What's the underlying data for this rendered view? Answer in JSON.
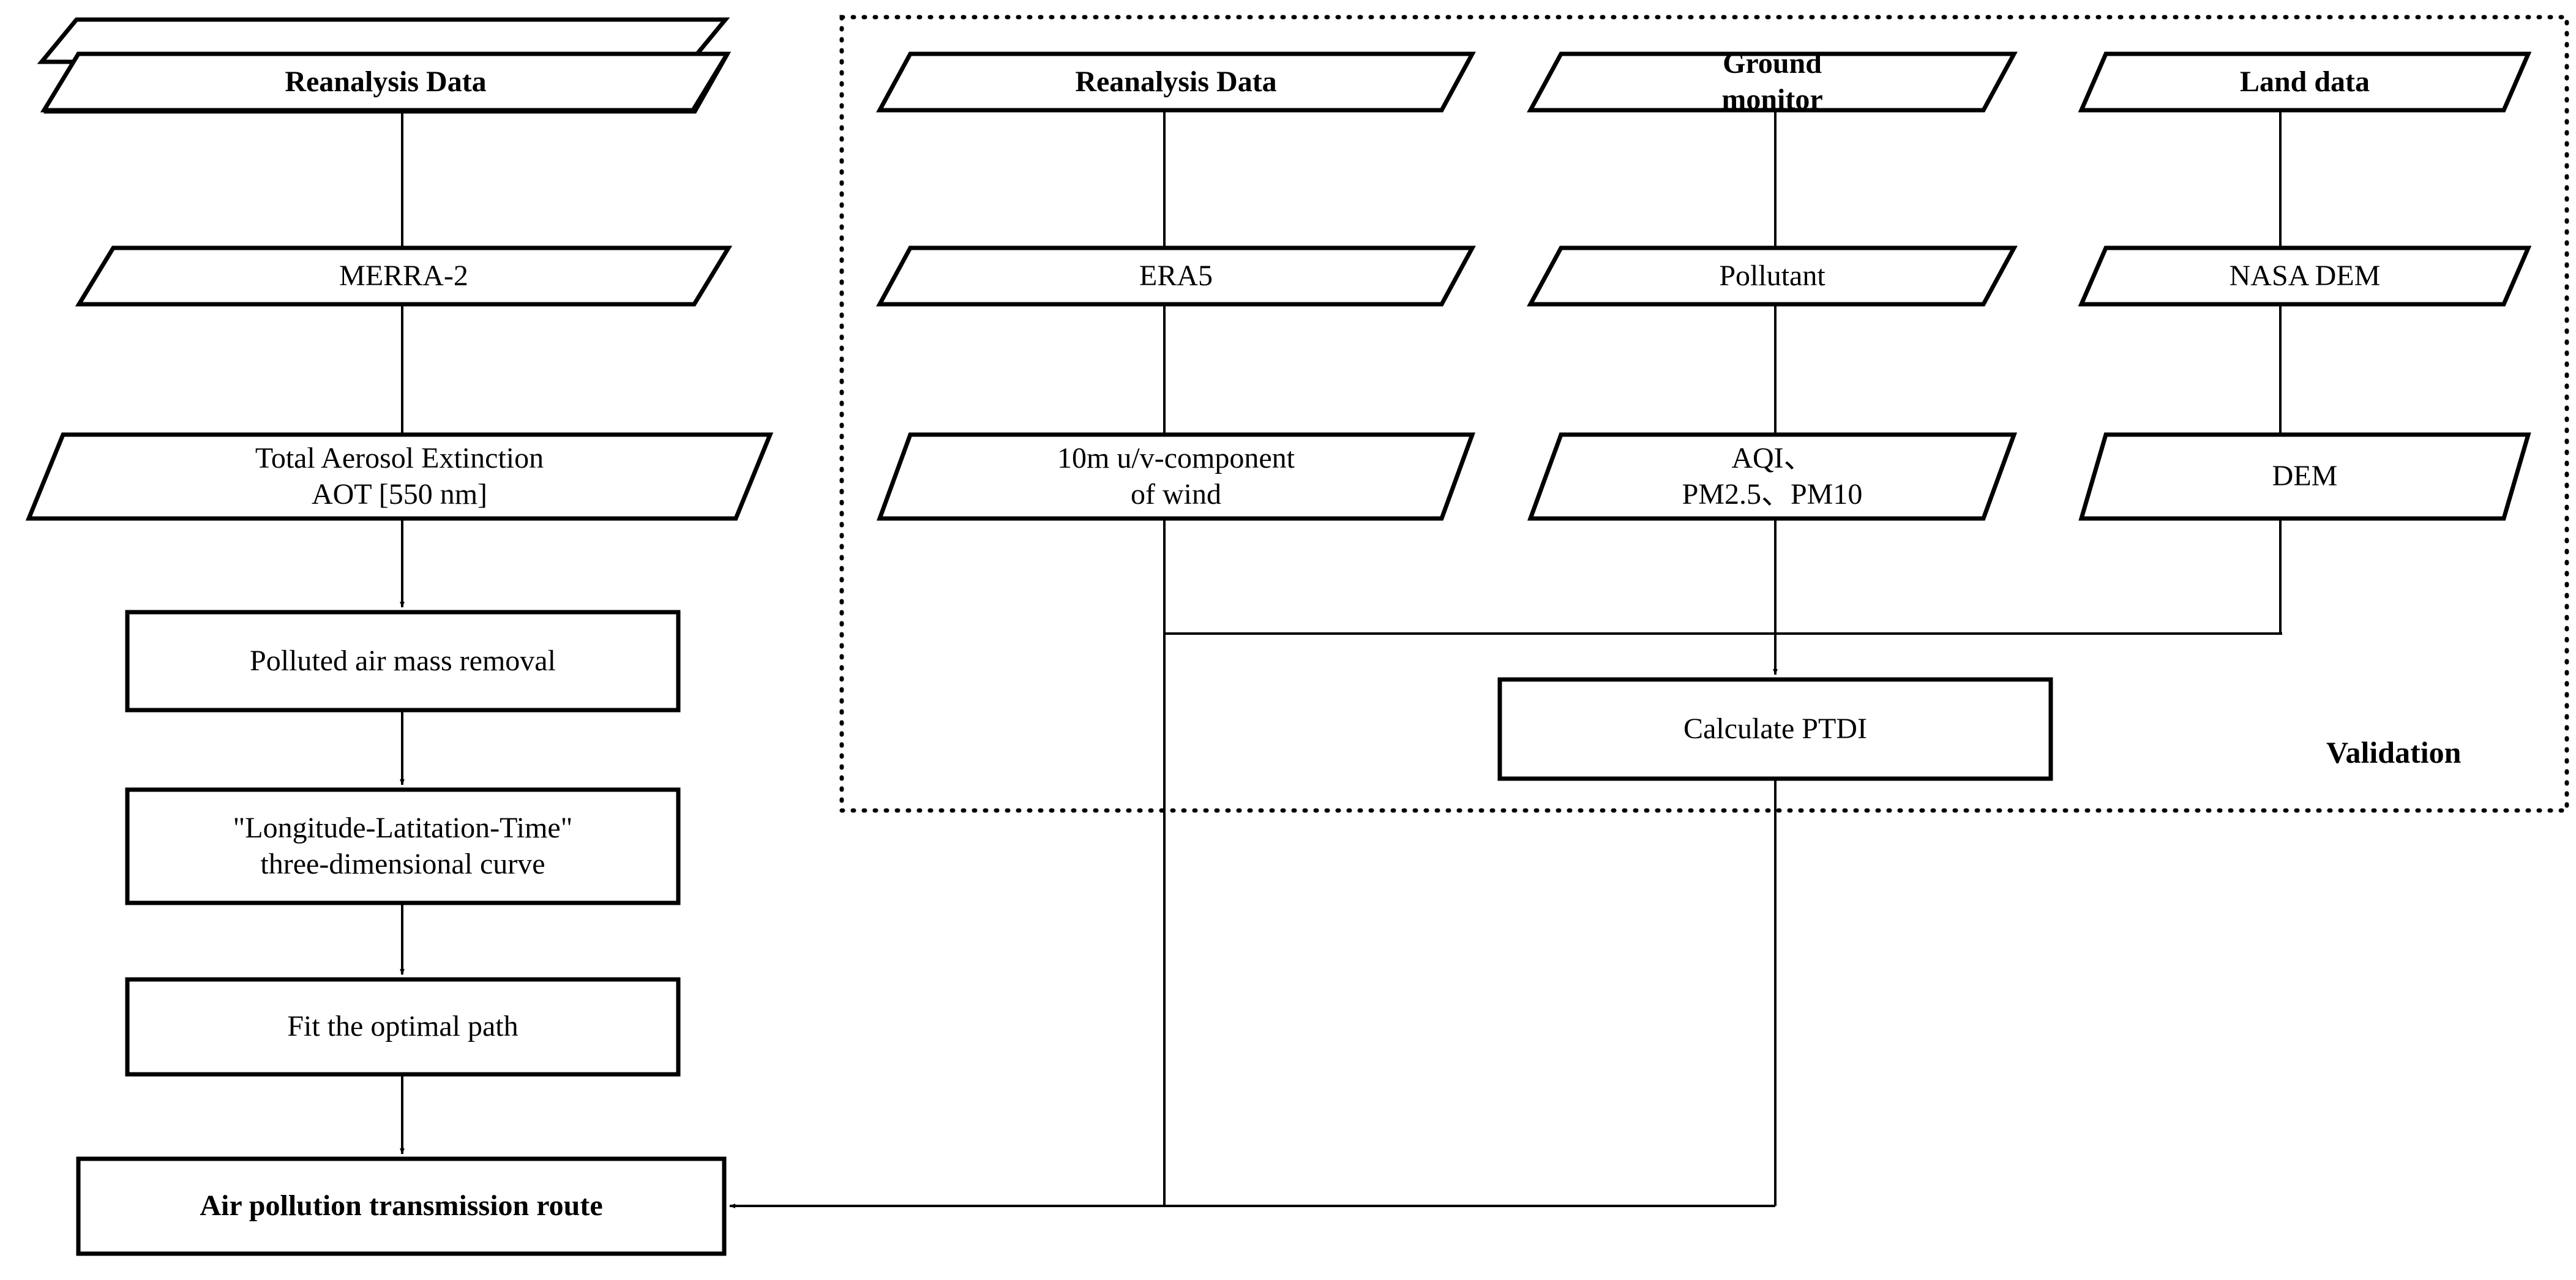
{
  "figure": {
    "title": "Air pollution transmission route methodology flowchart",
    "background_color": "#ffffff",
    "stroke_color": "#000000"
  },
  "panels": [
    {
      "id": "validation-panel",
      "label": "Validation",
      "border_style": "dotted"
    }
  ],
  "nodes": {
    "left_reanalysis_data": {
      "label": "Reanalysis Data",
      "shape": "parallelogram",
      "bold": true
    },
    "merra2": {
      "label": "MERRA-2",
      "shape": "parallelogram",
      "bold": false
    },
    "aot": {
      "label": "Total Aerosol Extinction\nAOT [550 nm]",
      "shape": "parallelogram",
      "bold": false
    },
    "polluted_removal": {
      "label": "Polluted air mass removal",
      "shape": "rectangle",
      "bold": false
    },
    "three_d_curve": {
      "label": "\"Longitude-Latitation-Time\"\nthree-dimensional curve",
      "shape": "rectangle",
      "bold": false
    },
    "fit_path": {
      "label": "Fit the optimal path",
      "shape": "rectangle",
      "bold": false
    },
    "route": {
      "label": "Air pollution transmission route",
      "shape": "rectangle",
      "bold": true
    },
    "right_reanalysis_data": {
      "label": "Reanalysis Data",
      "shape": "parallelogram",
      "bold": true
    },
    "era5": {
      "label": "ERA5",
      "shape": "parallelogram",
      "bold": false
    },
    "wind": {
      "label": "10m u/v-component\nof wind",
      "shape": "parallelogram",
      "bold": false
    },
    "ground_monitor": {
      "label": "Ground\nmonitor",
      "shape": "parallelogram",
      "bold": true
    },
    "pollutant": {
      "label": "Pollutant",
      "shape": "parallelogram",
      "bold": false
    },
    "aqi": {
      "label": "AQI、\nPM2.5、PM10",
      "shape": "parallelogram",
      "bold": false
    },
    "land_data": {
      "label": "Land data",
      "shape": "parallelogram",
      "bold": true
    },
    "nasa_dem": {
      "label": "NASA DEM",
      "shape": "parallelogram",
      "bold": false
    },
    "dem": {
      "label": "DEM",
      "shape": "parallelogram",
      "bold": false
    },
    "calc_ptdi": {
      "label": "Calculate PTDI",
      "shape": "rectangle",
      "bold": false
    }
  },
  "edges": [
    {
      "from": "left_reanalysis_data",
      "to": "merra2",
      "arrow": false
    },
    {
      "from": "merra2",
      "to": "aot",
      "arrow": false
    },
    {
      "from": "aot",
      "to": "polluted_removal",
      "arrow": true
    },
    {
      "from": "polluted_removal",
      "to": "three_d_curve",
      "arrow": true
    },
    {
      "from": "three_d_curve",
      "to": "fit_path",
      "arrow": true
    },
    {
      "from": "fit_path",
      "to": "route",
      "arrow": true
    },
    {
      "from": "right_reanalysis_data",
      "to": "era5",
      "arrow": false
    },
    {
      "from": "era5",
      "to": "wind",
      "arrow": false
    },
    {
      "from": "ground_monitor",
      "to": "pollutant",
      "arrow": false
    },
    {
      "from": "pollutant",
      "to": "aqi",
      "arrow": false
    },
    {
      "from": "land_data",
      "to": "nasa_dem",
      "arrow": false
    },
    {
      "from": "nasa_dem",
      "to": "dem",
      "arrow": false
    },
    {
      "from": "aqi",
      "to": "calc_ptdi",
      "arrow": true
    },
    {
      "from": "dem",
      "to": "calc_ptdi",
      "arrow": false
    },
    {
      "from": "wind",
      "to": "route",
      "arrow": true
    },
    {
      "from": "calc_ptdi",
      "to": "route",
      "arrow": true
    }
  ]
}
